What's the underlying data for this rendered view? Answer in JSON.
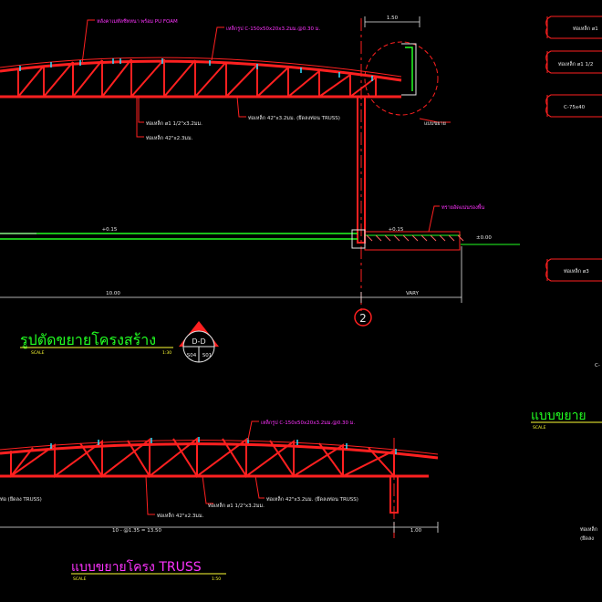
{
  "section": {
    "title": "รูปตัดขยายโครงสร้าง",
    "scale_label": "SCALE",
    "scale_value": "1:30",
    "marker_code": "D-D",
    "marker_sheet_left": "S04",
    "marker_sheet_right": "S01",
    "note_roof": "หลังคาเมทัลชีทหนา พร้อม PU FOAM",
    "note_purlin": "เหล็กรูป C-150x50x20x3.2มม.@0.30 ม.",
    "note_diag": "ท่อเหล็ก ø1 1/2\"x3.2มม.",
    "note_chord": "ท่อเหล็ก 42\"x3.2มม. (ยึดลงท่อน TRUSS)",
    "note_bottom": "ท่อเหล็ก 42\"x2.3มม.",
    "note_detail": "แบบขยาย",
    "note_ground": "ทรายอัดแน่นรองพื้น",
    "dim_top": "1.50",
    "dim_span": "10.00",
    "dim_right": "VARY",
    "level_left": "+0.15",
    "level_mid": "+0.15",
    "level_right": "±0.00",
    "grid_label": "2"
  },
  "truss": {
    "title": "แบบขยายโครง TRUSS",
    "scale_label": "SCALE",
    "scale_value": "1:50",
    "note_purlin": "เหล็กรูป C-150x50x20x3.2มม.@0.30 ม.",
    "note_left": "ท่อ (ยึดลง TRUSS)",
    "note_diag": "ท่อเหล็ก ø1 1/2\"x3.2มม.",
    "note_chord": "ท่อเหล็ก 42\"x3.2มม. (ยึดลงท่อน TRUSS)",
    "note_bottom": "ท่อเหล็ก 42\"x2.3มม.",
    "dim_span": "10 - @1.35 = 13.50",
    "dim_right": "1.00"
  },
  "right_panel": {
    "title": "แบบขยาย",
    "scale_label": "SCALE",
    "note_1": "ท่อเหล็ก ø1",
    "note_2": "ท่อเหล็ก ø1 1/2",
    "note_3": "C-75x40",
    "note_4": "ท่อเหล็ก ø3",
    "note_5": "C-",
    "note_6": "ท่อเหล็ก",
    "note_7": "(ยึดลง"
  }
}
